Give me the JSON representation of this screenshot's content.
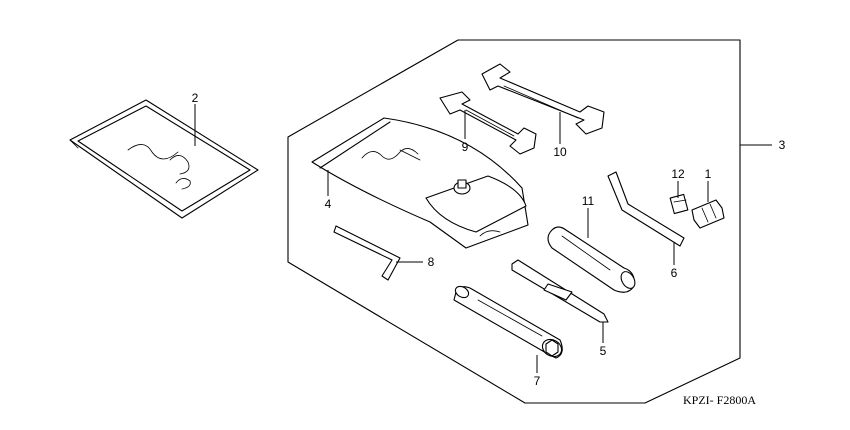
{
  "diagram": {
    "code": "KPZI- F2800A",
    "callouts": {
      "c1": "1",
      "c2": "2",
      "c3": "3",
      "c4": "4",
      "c5": "5",
      "c6": "6",
      "c7": "7",
      "c8": "8",
      "c9": "9",
      "c10": "10",
      "c11": "11",
      "c12": "12"
    }
  }
}
